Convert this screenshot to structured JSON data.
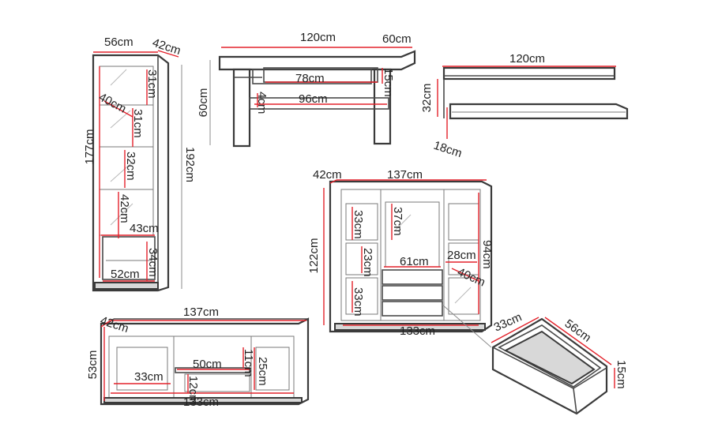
{
  "colors": {
    "dimension_line": "#e3222b",
    "outline": "#3a3a3a",
    "background": "#ffffff"
  },
  "vitrine": {
    "width": "56cm",
    "depth": "42cm",
    "height_total": "192cm",
    "height_inner": "177cm",
    "shelf_1": "31cm",
    "shelf_2": "31cm",
    "shelf_3": "32cm",
    "shelf_4": "42cm",
    "glass_depth": "40cm",
    "compartment_width": "43cm",
    "bottom_height": "34cm",
    "bottom_width": "52cm"
  },
  "coffee_table": {
    "width": "120cm",
    "depth": "60cm",
    "height": "60cm",
    "drawer_width": "78cm",
    "drawer_height": "15cm",
    "shelf_gap": "4cm",
    "shelf_width": "96cm"
  },
  "wall_shelf": {
    "width": "120cm",
    "height": "32cm",
    "depth": "18cm"
  },
  "chest": {
    "depth": "42cm",
    "width": "137cm",
    "height": "122cm",
    "left_top": "33cm",
    "left_mid": "23cm",
    "left_bottom": "33cm",
    "center_top": "37cm",
    "center_width": "61cm",
    "right_width": "28cm",
    "right_height": "94cm",
    "right_depth": "40cm",
    "inner_width": "133cm"
  },
  "tv_stand": {
    "depth": "42cm",
    "width": "137cm",
    "height": "53cm",
    "left_width": "33cm",
    "center_width": "50cm",
    "center_top": "11cm",
    "right_height": "25cm",
    "center_bottom": "12cm",
    "inner_width": "133cm"
  },
  "drawer": {
    "width": "56cm",
    "depth": "33cm",
    "height": "15cm"
  }
}
